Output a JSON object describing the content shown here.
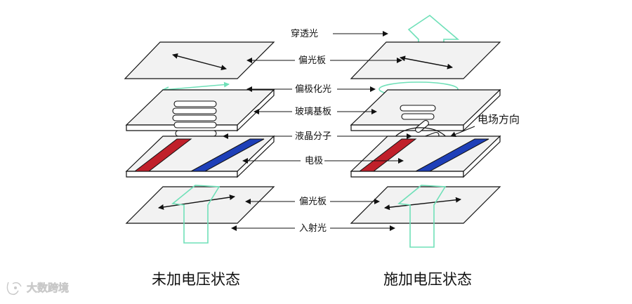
{
  "labels": {
    "transmitted_light": "穿透光",
    "polarizer_top": "偏光板",
    "polarized_light": "偏极化光",
    "glass_substrate": "玻璃基板",
    "liquid_crystal": "液晶分子",
    "electrode": "电极",
    "polarizer_bottom": "偏光板",
    "incident_light": "入射光",
    "electric_field": "电场方向"
  },
  "captions": {
    "no_voltage": "未加电压状态",
    "voltage_applied": "施加电压状态"
  },
  "watermark": {
    "text": "大数跨境"
  },
  "colors": {
    "light_arrow": "#6fe0b8",
    "electrode_red": "#c0202a",
    "electrode_blue": "#1e3fb8",
    "plate_fill": "#f2f2f2",
    "stroke": "#111111"
  }
}
